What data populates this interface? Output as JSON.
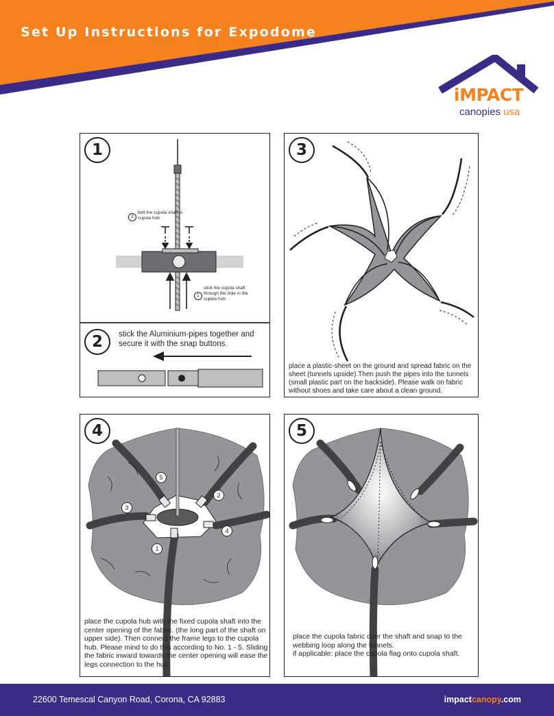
{
  "header": {
    "title": "Set Up Instructions for Expodome",
    "orange": "#f5821f",
    "purple": "#3b2b86"
  },
  "logo": {
    "brand_main": "iMPACT",
    "brand_sub": "canopies",
    "brand_region": "usa"
  },
  "steps": [
    {
      "number": "1",
      "callouts": [
        {
          "marker": "2",
          "text": "bolt the cupola shaft to cupola hub"
        },
        {
          "marker": "1",
          "text": "stick the cupola shaft through the hole in the cupola hub"
        }
      ]
    },
    {
      "number": "2",
      "caption": "stick the Aluminium-pipes together and secure it with the snap buttons."
    },
    {
      "number": "3",
      "caption": "place a plastic-sheet on the ground and spread fabric on the sheet (tunnels upside).Then push the pipes into the tunnels (small plastic part on the backside). Please walk on fabric without shoes and take care about a clean ground."
    },
    {
      "number": "4",
      "leg_markers": [
        "1",
        "2",
        "3",
        "4",
        "5"
      ],
      "caption": "place the cupola hub with the fixed cupola shaft into the center opening of the fabric. (the long part of the shaft on upper side). Then connect the frame legs to the cupola hub. Please mind to do this according to No. 1 - 5. Sliding the fabric inward towards the center opening will ease the legs connection to the hub."
    },
    {
      "number": "5",
      "caption": "place the cupola fabric over the shaft and snap to the webbing loop along the tunnels.\nif applicable: place the cupola flag onto cupola shaft."
    }
  ],
  "footer": {
    "address": "22600 Temescal Canyon Road, Corona, CA 92883",
    "site_pre": "impact",
    "site_accent": "canopy",
    "site_post": ".com"
  }
}
